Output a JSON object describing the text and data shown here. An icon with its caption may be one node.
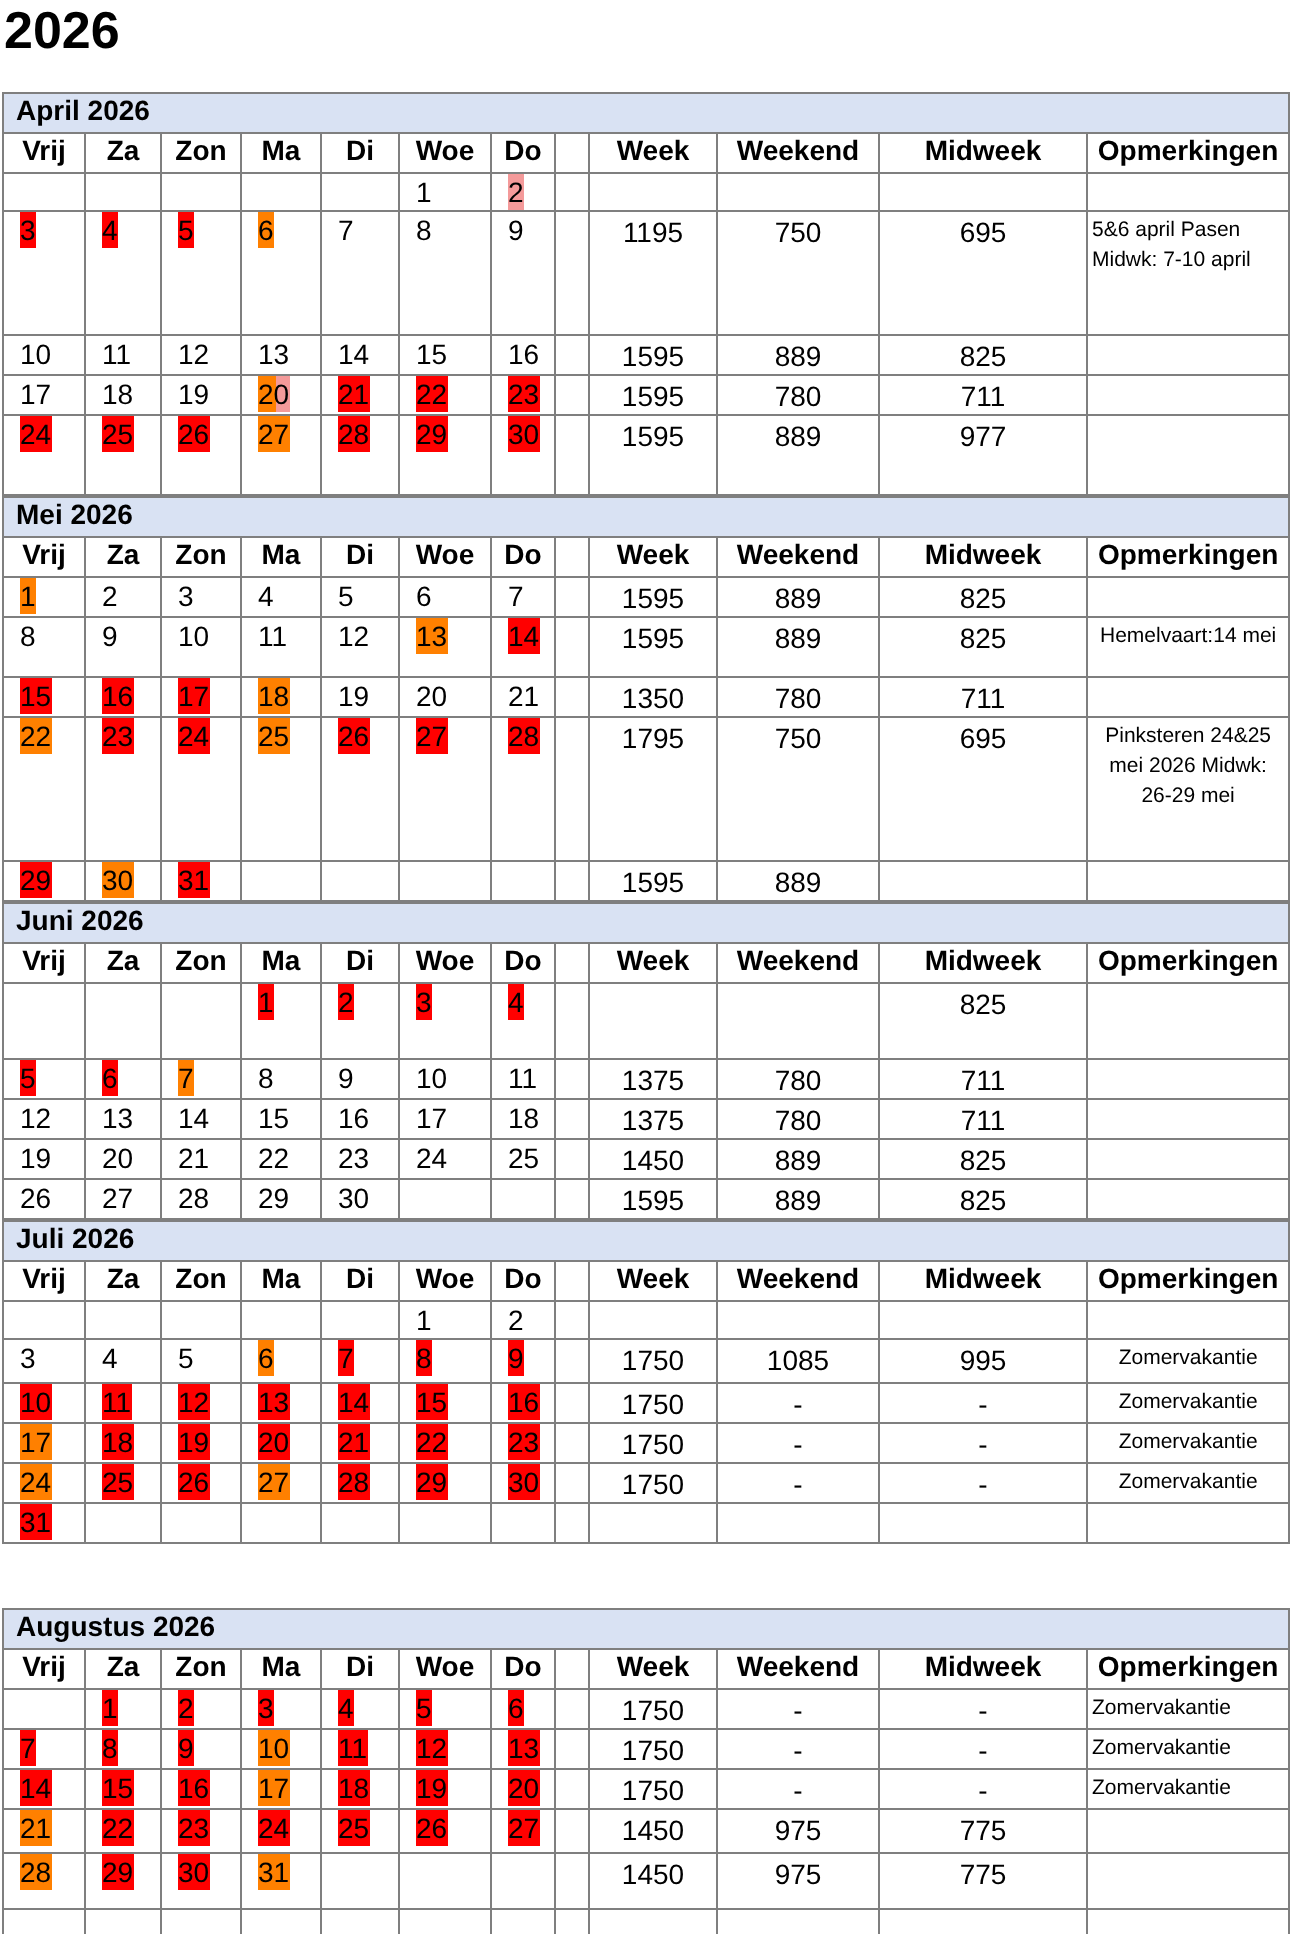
{
  "diagram": {
    "title": "2026",
    "labels": [
      "April 2026",
      "Vrij",
      "Za",
      "Zon",
      "Ma",
      "Di",
      "Woe",
      "Do",
      "Week",
      "Weekend",
      "Midweek",
      "Opmerkingen",
      "1",
      "2",
      "3",
      "4",
      "5",
      "6",
      "7",
      "8",
      "9",
      "1195",
      "750",
      "695",
      "5&6 april Pasen Midwk: 7-10 april",
      "10",
      "11",
      "12",
      "13",
      "14",
      "15",
      "16",
      "1595",
      "889",
      "825",
      "17",
      "18",
      "19",
      "20",
      "21",
      "22",
      "23",
      "1595",
      "780",
      "711",
      "24",
      "25",
      "26",
      "27",
      "28",
      "29",
      "30",
      "1595",
      "889",
      "977",
      "Mei 2026",
      "Vrij",
      "Za",
      "Zon",
      "Ma",
      "Di",
      "Woe",
      "Do",
      "Week",
      "Weekend",
      "Midweek",
      "Opmerkingen",
      "1",
      "2",
      "3",
      "4",
      "5",
      "6",
      "7",
      "1595",
      "889",
      "825",
      "8",
      "9",
      "10",
      "11",
      "12",
      "13",
      "14",
      "1595",
      "889",
      "825",
      "Hemelvaart:14 mei",
      "15",
      "16",
      "17",
      "18",
      "19",
      "20",
      "21",
      "1350",
      "780",
      "711",
      "22",
      "23",
      "24",
      "25",
      "26",
      "27",
      "28",
      "1795",
      "750",
      "695",
      "Pinksteren 24&25 mei 2026 Midwk: 26-29 mei",
      "29",
      "30",
      "31",
      "1595",
      "889",
      "Juni 2026",
      "Vrij",
      "Za",
      "Zon",
      "Ma",
      "Di",
      "Woe",
      "Do",
      "Week",
      "Weekend",
      "Midweek",
      "Opmerkingen",
      "1",
      "2",
      "3",
      "4",
      "825",
      "5",
      "6",
      "7",
      "8",
      "9",
      "10",
      "11",
      "1375",
      "780",
      "711",
      "12",
      "13",
      "14",
      "15",
      "16",
      "17",
      "18",
      "1375",
      "780",
      "711",
      "19",
      "20",
      "21",
      "22",
      "23",
      "24",
      "25",
      "1450",
      "889",
      "825",
      "26",
      "27",
      "28",
      "29",
      "30",
      "1595",
      "889",
      "825",
      "Juli 2026",
      "Vrij",
      "Za",
      "Zon",
      "Ma",
      "Di",
      "Woe",
      "Do",
      "Week",
      "Weekend",
      "Midweek",
      "Opmerkingen",
      "1",
      "2",
      "3",
      "4",
      "5",
      "6",
      "7",
      "8",
      "9",
      "1750",
      "1085",
      "995",
      "Zomervakantie",
      "10",
      "11",
      "12",
      "13",
      "14",
      "15",
      "16",
      "1750",
      "-",
      "-",
      "Zomervakantie",
      "17",
      "18",
      "19",
      "20",
      "21",
      "22",
      "23",
      "1750",
      "-",
      "-",
      "Zomervakantie",
      "24",
      "25",
      "26",
      "27",
      "28",
      "29",
      "30",
      "1750",
      "-",
      "-",
      "Zomervakantie",
      "31",
      "Augustus 2026",
      "Vrij",
      "Za",
      "Zon",
      "Ma",
      "Di",
      "Woe",
      "Do",
      "Week",
      "Weekend",
      "Midweek",
      "Opmerkingen",
      "1",
      "2",
      "3",
      "4",
      "5",
      "6",
      "1750",
      "-",
      "-",
      "Zomervakantie",
      "7",
      "8",
      "9",
      "10",
      "11",
      "12",
      "13",
      "1750",
      "-",
      "-",
      "Zomervakantie",
      "14",
      "15",
      "16",
      "17",
      "18",
      "19",
      "20",
      "1750",
      "-",
      "-",
      "Zomervakantie",
      "21",
      "22",
      "23",
      "24",
      "25",
      "26",
      "27",
      "1450",
      "975",
      "775",
      "28",
      "29",
      "30",
      "31",
      "1450",
      "975",
      "775"
    ]
  }
}
